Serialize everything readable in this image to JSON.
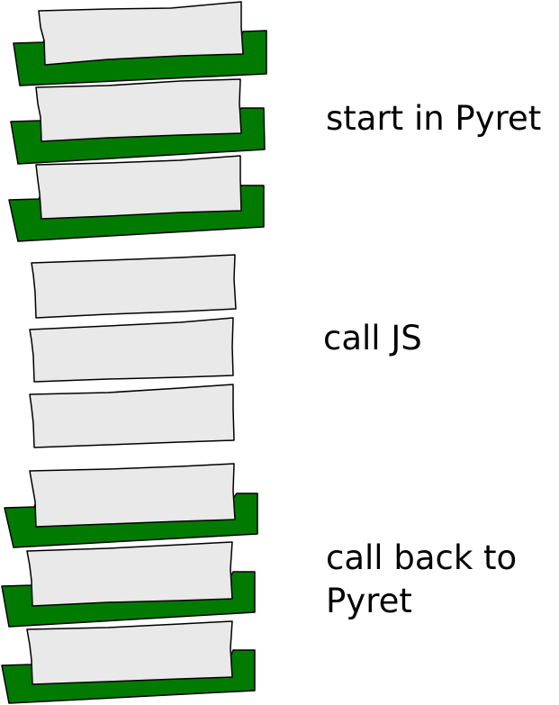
{
  "colors": {
    "frame_fill": "#e9e9e9",
    "stroke": "#000000",
    "pyret_green": "#007a00",
    "background": "#ffffff"
  },
  "groups": [
    {
      "id": "start",
      "label_lines": [
        "start in Pyret"
      ],
      "frame_count": 3,
      "pyret_frames": true
    },
    {
      "id": "call-js",
      "label_lines": [
        "call JS"
      ],
      "frame_count": 3,
      "pyret_frames": false
    },
    {
      "id": "callback",
      "label_lines": [
        "call back to",
        "Pyret"
      ],
      "frame_count": 3,
      "pyret_frames": true
    }
  ]
}
